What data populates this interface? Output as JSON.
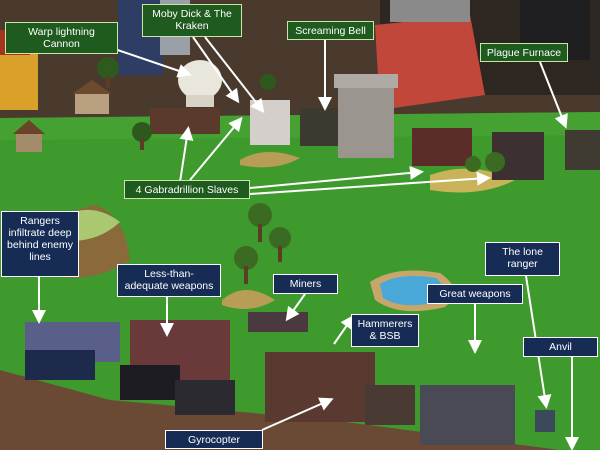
{
  "labels": {
    "warp_cannon": "Warp lightning\nCannon",
    "moby_dick": "Moby Dick & The\nKraken",
    "screaming_bell": "Screaming Bell",
    "plague_furnace": "Plague Furnace",
    "gabradrillion": "4 Gabradrillion Slaves",
    "rangers": "Rangers\ninfiltrate deep\nbehind enemy\nlines",
    "less_than": "Less-than-\nadequate weapons",
    "miners": "Miners",
    "hammerers": "Hammerers\n& BSB",
    "great_weapons": "Great weapons",
    "lone_ranger": "The lone\nranger",
    "anvil": "Anvil",
    "gyrocopter": "Gyrocopter"
  },
  "colors": {
    "green_label": "#1f5a1e",
    "navy_label": "#172c55",
    "table_felt": "#3f9a2e",
    "arrow": "#ffffff"
  }
}
